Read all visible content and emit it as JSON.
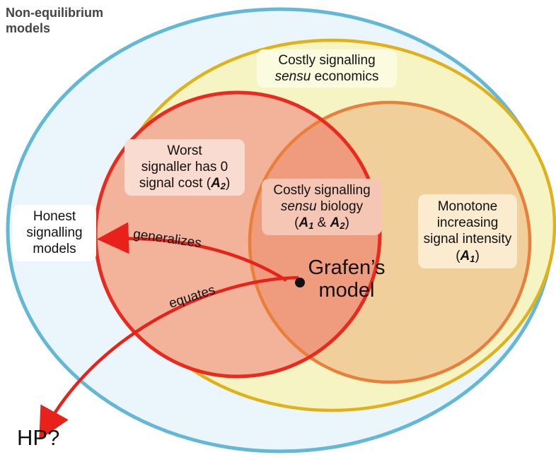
{
  "colors": {
    "outer_ring": "#62b8d6",
    "outer_fill": "#eaf6fb",
    "economics_ring": "#e0b21a",
    "economics_fill": "#f6f4c2",
    "worst_ring": "#ea2a1e",
    "worst_fill": "#f3b39a",
    "monotone_ring": "#e8803c",
    "monotone_fill": "#f1cf9b",
    "overlap_fill": "#ef9c7e",
    "arrow": "#e8221a"
  },
  "labels": {
    "non_equilibrium_line1": "Non-equilibrium",
    "non_equilibrium_line2": "models",
    "economics_line1": "Costly signalling",
    "economics_sensu": "sensu",
    "economics_rest": " economics",
    "worst_line1": "Worst",
    "worst_line2": "signaller has 0",
    "worst_line3_pre": "signal cost (",
    "worst_symbol": "A",
    "worst_sub": "2",
    "worst_close": ")",
    "biology_line1": "Costly signalling",
    "biology_sensu": "sensu",
    "biology_rest": " biology",
    "biology_open": "(",
    "biology_sym1": "A",
    "biology_sub1": "1",
    "biology_amp": " & ",
    "biology_sym2": "A",
    "biology_sub2": "2",
    "biology_close": ")",
    "monotone_line1": "Monotone",
    "monotone_line2": "increasing",
    "monotone_line3_pre": "signal",
    "monotone_line4_pre": "intensity (",
    "monotone_symbol": "A",
    "monotone_sub": "1",
    "monotone_close": ")",
    "honest_line1": "Honest",
    "honest_line2": "signalling",
    "honest_line3": "models",
    "grafen_line1": "Grafen’s",
    "grafen_line2": "model",
    "generalizes": "generalizes",
    "equates": "equates",
    "hp": "HP?"
  }
}
